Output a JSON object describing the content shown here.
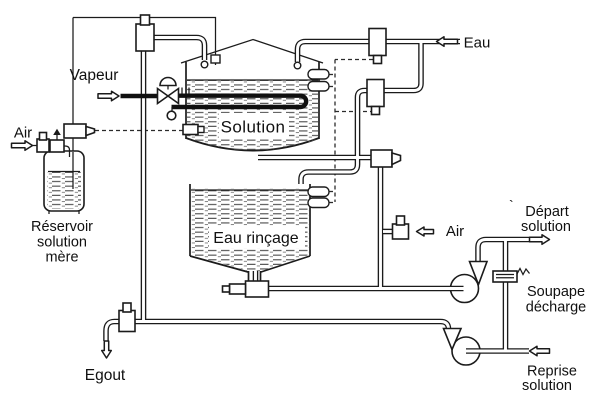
{
  "diagram": {
    "type": "process-flow-diagram",
    "background": "#ffffff",
    "ink": "#1b1b1b",
    "labels": {
      "vapeur": "Vapeur",
      "air_left": "Air",
      "air_right": "Air",
      "eau": "Eau",
      "egout": "Egout",
      "solution_tank": "Solution",
      "rinse_tank": "Eau rinçage",
      "reservoir_line1": "Réservoir",
      "reservoir_line2": "solution",
      "reservoir_line3": "mère",
      "depart_tick": "`",
      "depart_line1": "Départ",
      "depart_line2": "solution",
      "soupape_line1": "Soupape",
      "soupape_line2": "décharge",
      "reprise_line1": "Reprise",
      "reprise_line2": "solution"
    }
  }
}
